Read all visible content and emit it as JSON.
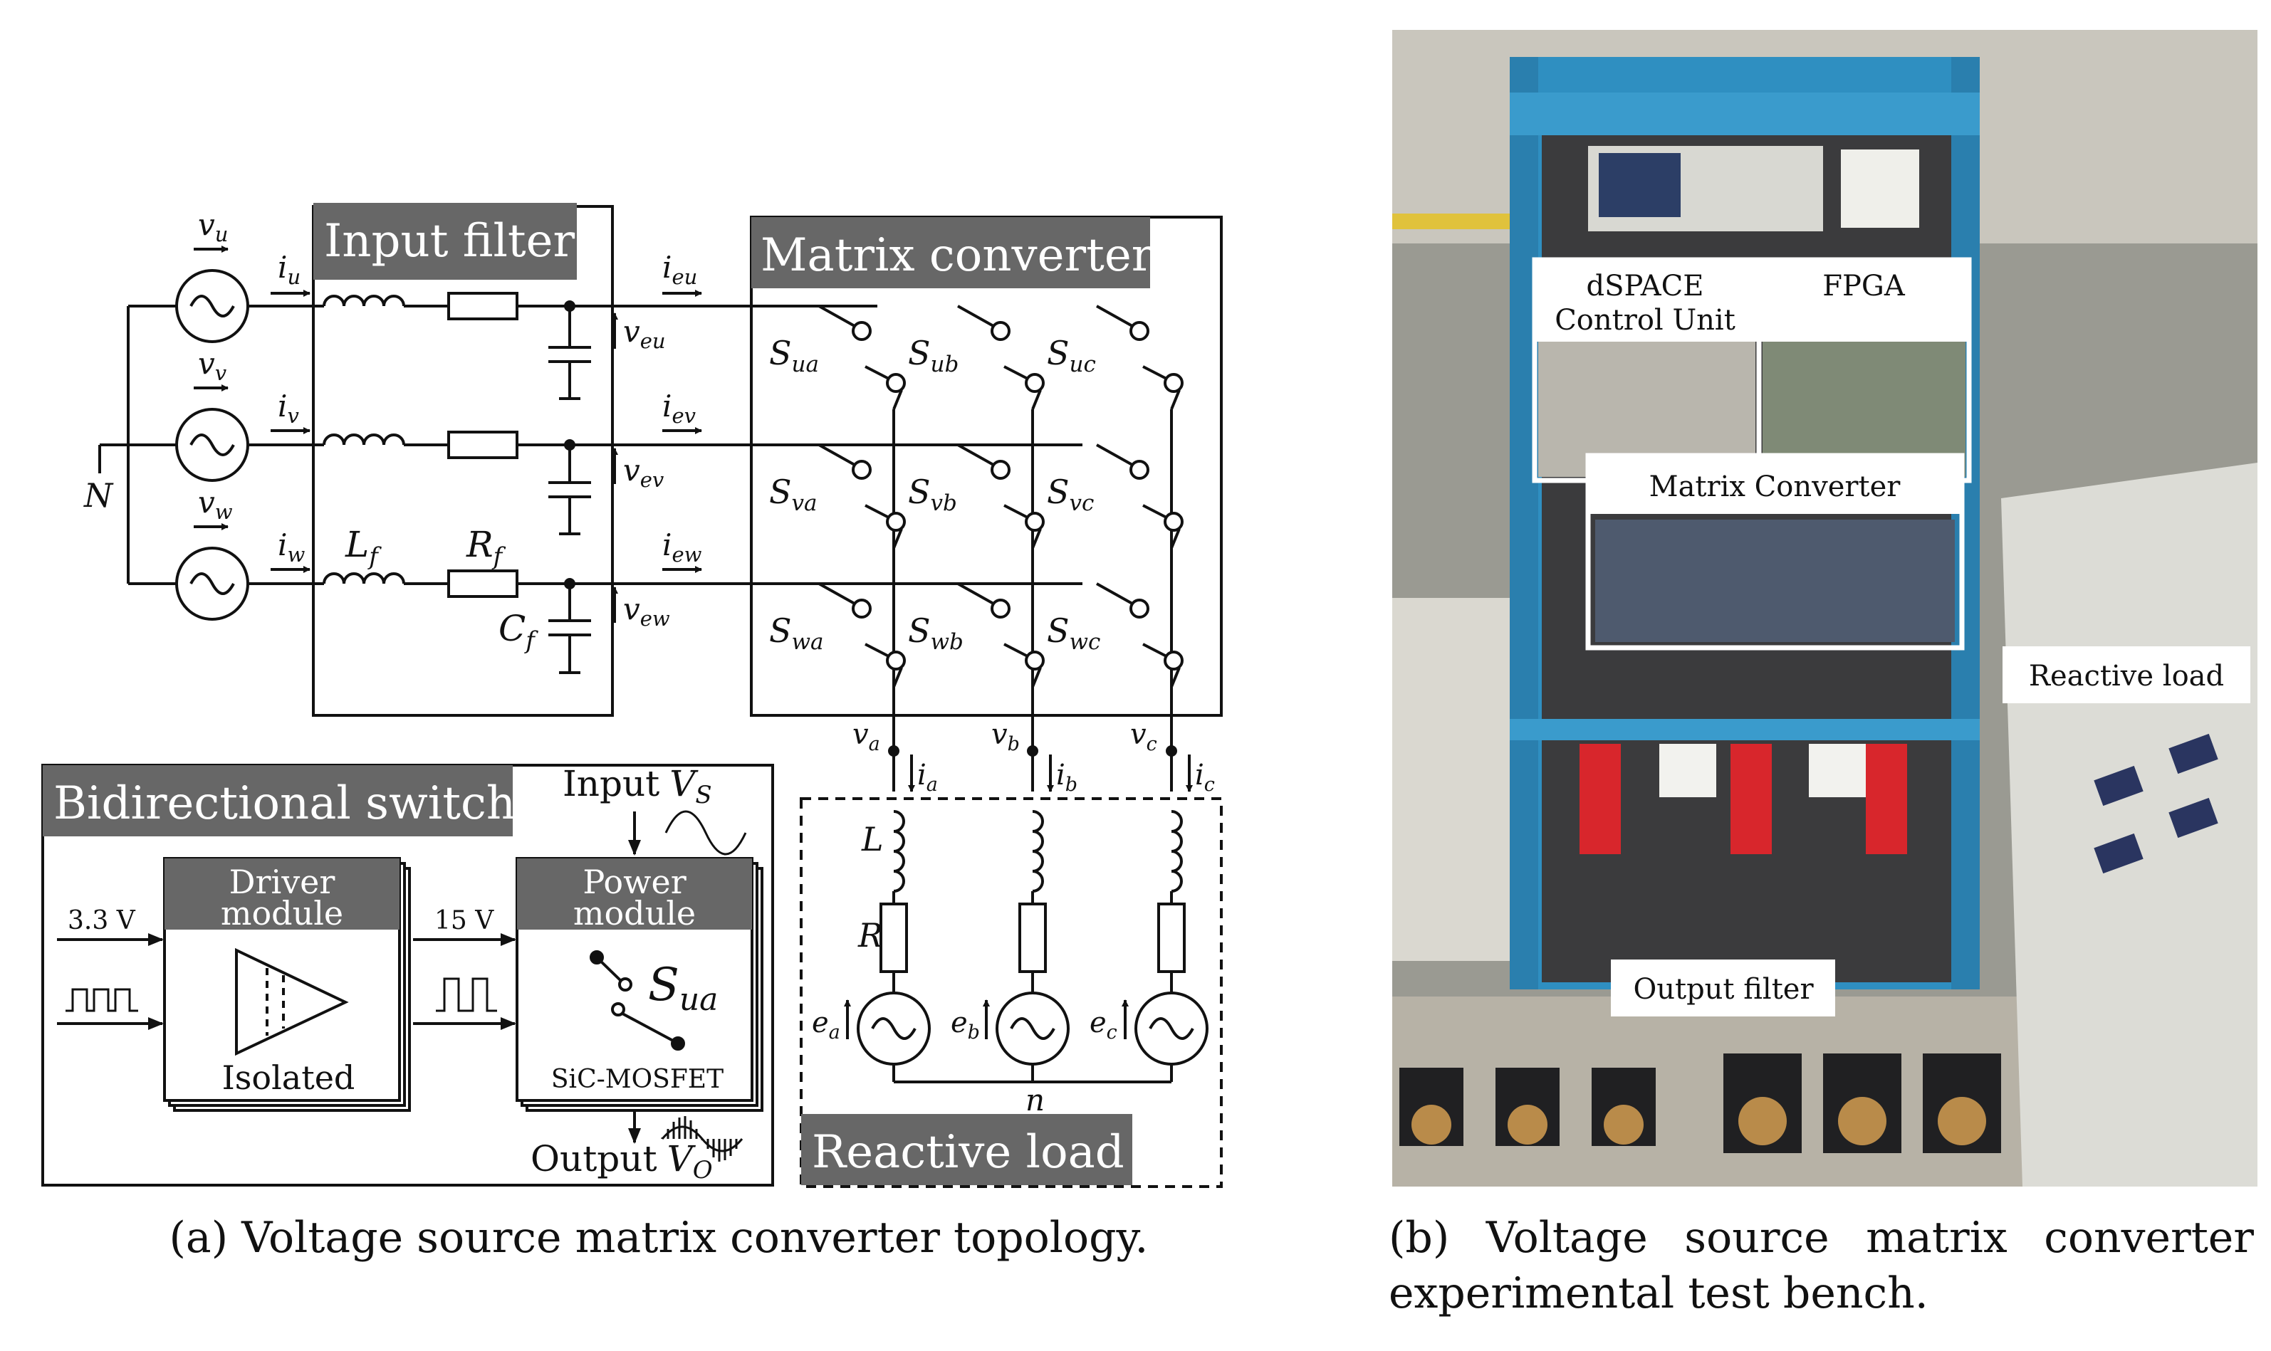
{
  "diagram": {
    "blocks": {
      "input_filter": "Input filter",
      "matrix_converter": "Matrix converter",
      "bidirectional_switch": "Bidirectional switch",
      "reactive_load": "Reactive load",
      "driver_module": "Driver module",
      "power_module": "Power module",
      "isolated": "Isolated",
      "sic_mosfet": "SiC-MOSFET"
    },
    "source_voltages": [
      "v",
      "v",
      "v"
    ],
    "source_voltage_subs": [
      "u",
      "v",
      "w"
    ],
    "input_currents": [
      "i",
      "i",
      "i"
    ],
    "input_current_subs": [
      "u",
      "v",
      "w"
    ],
    "filter_currents_subs": [
      "eu",
      "ev",
      "ew"
    ],
    "filter_voltage_subs": [
      "eu",
      "ev",
      "ew"
    ],
    "neutral": "N",
    "load_neutral": "n",
    "Lf": "L",
    "Lf_sub": "f",
    "Rf": "R",
    "Rf_sub": "f",
    "Cf": "C",
    "Cf_sub": "f",
    "switches": [
      [
        "ua",
        "ub",
        "uc"
      ],
      [
        "va",
        "vb",
        "vc"
      ],
      [
        "wa",
        "wb",
        "wc"
      ]
    ],
    "output_phases": [
      "a",
      "b",
      "c"
    ],
    "load_L": "L",
    "load_R": "R",
    "bidirectional": {
      "input_label": "Input",
      "input_var": "V",
      "input_sub": "S",
      "output_label": "Output",
      "output_var": "V",
      "output_sub": "O",
      "v_in": "3.3 V",
      "v_mid": "15 V",
      "switch_sym": "S",
      "switch_sub": "ua"
    }
  },
  "photo": {
    "labels": {
      "dspace": [
        "dSPACE",
        "Control Unit"
      ],
      "fpga": "FPGA",
      "matrix": "Matrix Converter",
      "reactive": "Reactive load",
      "output_filter": "Output filter"
    }
  },
  "captions": {
    "a": "(a)  Voltage source matrix converter topology.",
    "b": "(b)  Voltage source matrix converter experimental test bench."
  }
}
